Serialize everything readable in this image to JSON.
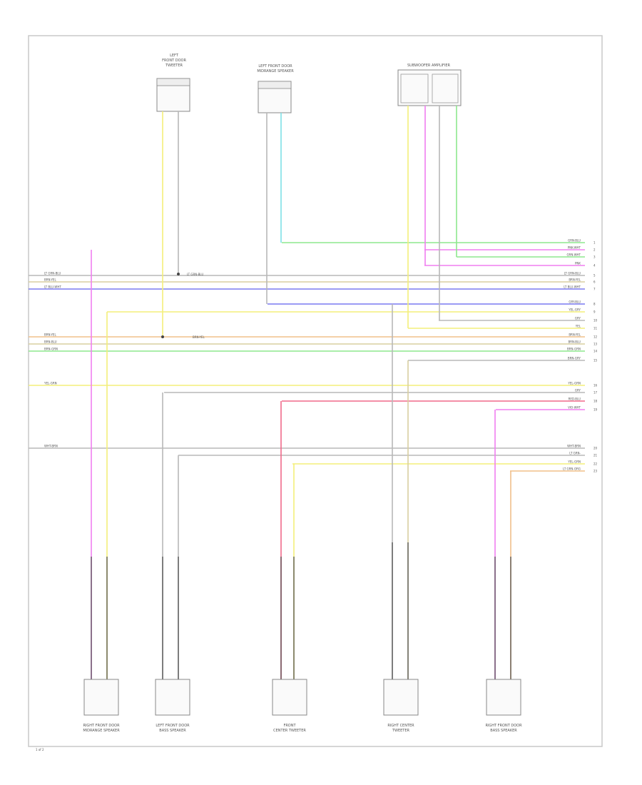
{
  "diagram": {
    "page_label": "1 of 2",
    "components": [
      {
        "id": "c1",
        "caption_lines": [
          "LEFT",
          "FRONT DOOR",
          "TWEETER"
        ]
      },
      {
        "id": "c2",
        "caption_lines": [
          "LEFT FRONT DOOR",
          "MIDRANGE SPEAKER"
        ]
      },
      {
        "id": "c3",
        "caption_lines": [
          "SUBWOOFER AMPLIFIER"
        ]
      },
      {
        "id": "s1",
        "caption_lines": [
          "RIGHT FRONT DOOR",
          "MIDRANGE SPEAKER"
        ]
      },
      {
        "id": "s2",
        "caption_lines": [
          "LEFT FRONT DOOR",
          "BASS SPEAKER"
        ]
      },
      {
        "id": "s3",
        "caption_lines": [
          "FRONT",
          "CENTER TWEETER"
        ]
      },
      {
        "id": "s4",
        "caption_lines": [
          "RIGHT CENTER",
          "TWEETER"
        ]
      },
      {
        "id": "s5",
        "caption_lines": [
          "RIGHT FRONT DOOR",
          "BASS SPEAKER"
        ]
      }
    ],
    "wire_colors": {
      "pink": "#f07ef0",
      "yellow": "#f3ef7a",
      "blue": "#7a7af0",
      "green": "#8ee88e",
      "cyan": "#7fe0e6",
      "red": "#f06a8a",
      "orange": "#f0c08a",
      "tan": "#d8cfa0",
      "gray": "#b8b8b8",
      "black": "#444444"
    },
    "bus_lines": [
      {
        "color": "green",
        "left_label": "",
        "right_label": "GRN-BLU"
      },
      {
        "color": "pink",
        "left_label": "",
        "right_label": "PNK-WHT"
      },
      {
        "color": "green",
        "left_label": "",
        "right_label": "GRN-WHT"
      },
      {
        "color": "pink",
        "left_label": "",
        "right_label": "PNK"
      },
      {
        "color": "gray",
        "left_label": "LT GRN-BLU",
        "right_label": "LT GRN-BLU"
      },
      {
        "color": "tan",
        "left_label": "BRN-YEL",
        "right_label": "BRN-YEL"
      },
      {
        "color": "blue",
        "left_label": "LT BLU-WHT",
        "right_label": "LT BLU-WHT"
      },
      {
        "color": "blue",
        "left_label": "",
        "right_label": "GRY-BLU"
      },
      {
        "color": "yellow",
        "left_label": "",
        "right_label": "YEL-GRY"
      },
      {
        "color": "gray",
        "left_label": "",
        "right_label": "GRY"
      },
      {
        "color": "yellow",
        "left_label": "",
        "right_label": "YEL"
      },
      {
        "color": "orange",
        "left_label": "BRN-YEL",
        "right_label": "BRN-YEL"
      },
      {
        "color": "tan",
        "left_label": "BRN-BLU",
        "right_label": "BRN-BLU"
      },
      {
        "color": "green",
        "left_label": "BRN-GRN",
        "right_label": "BRN-GRN"
      },
      {
        "color": "gray",
        "left_label": "",
        "right_label": "BRN-GRY"
      },
      {
        "color": "yellow",
        "left_label": "YEL-GRN",
        "right_label": "YEL-GRN"
      },
      {
        "color": "gray",
        "left_label": "",
        "right_label": "GRY"
      },
      {
        "color": "red",
        "left_label": "",
        "right_label": "RED-BLU"
      },
      {
        "color": "pink",
        "left_label": "",
        "right_label": "VIO-WHT"
      },
      {
        "color": "gray",
        "left_label": "WHT-BRN",
        "right_label": "WHT-BRN"
      },
      {
        "color": "gray",
        "left_label": "",
        "right_label": "LT GRN-"
      },
      {
        "color": "yellow",
        "left_label": "",
        "right_label": "YEL-GRN"
      },
      {
        "color": "orange",
        "left_label": "",
        "right_label": "LT GRN-ORG"
      }
    ],
    "splice_labels": [
      "LT GRN-BLU",
      "BRN-YEL"
    ],
    "pin_numbers": [
      "1",
      "2",
      "3",
      "4",
      "5",
      "6",
      "7",
      "8",
      "9",
      "10",
      "11",
      "12",
      "13",
      "14",
      "15",
      "16",
      "17",
      "18",
      "19",
      "20",
      "21",
      "22",
      "23"
    ]
  }
}
